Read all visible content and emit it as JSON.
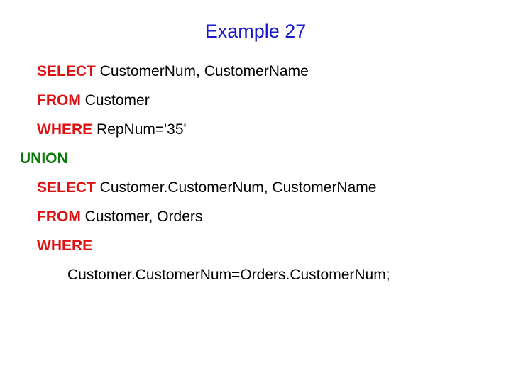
{
  "slide": {
    "title": "Example 27",
    "title_color": "#1a1acc",
    "background_color": "#ffffff",
    "keyword_red": "#dd1111",
    "keyword_green": "#0a7a0a",
    "body_color": "#000000"
  },
  "code": {
    "lines": [
      {
        "indent": "keyword",
        "keyword": "SELECT",
        "keyword_color": "red",
        "rest": " CustomerNum, CustomerName"
      },
      {
        "indent": "keyword",
        "keyword": "FROM",
        "keyword_color": "red",
        "rest": " Customer"
      },
      {
        "indent": "keyword",
        "keyword": "WHERE",
        "keyword_color": "red",
        "rest": " RepNum='35'"
      },
      {
        "indent": "union",
        "keyword": "UNION",
        "keyword_color": "green",
        "rest": ""
      },
      {
        "indent": "keyword",
        "keyword": "SELECT",
        "keyword_color": "red",
        "rest": " Customer.CustomerNum, CustomerName"
      },
      {
        "indent": "keyword",
        "keyword": "FROM",
        "keyword_color": "red",
        "rest": " Customer, Orders"
      },
      {
        "indent": "keyword",
        "keyword": "WHERE",
        "keyword_color": "red",
        "rest": ""
      },
      {
        "indent": "continuation",
        "keyword": "",
        "keyword_color": "none",
        "rest": "Customer.CustomerNum=Orders.CustomerNum;"
      }
    ]
  }
}
